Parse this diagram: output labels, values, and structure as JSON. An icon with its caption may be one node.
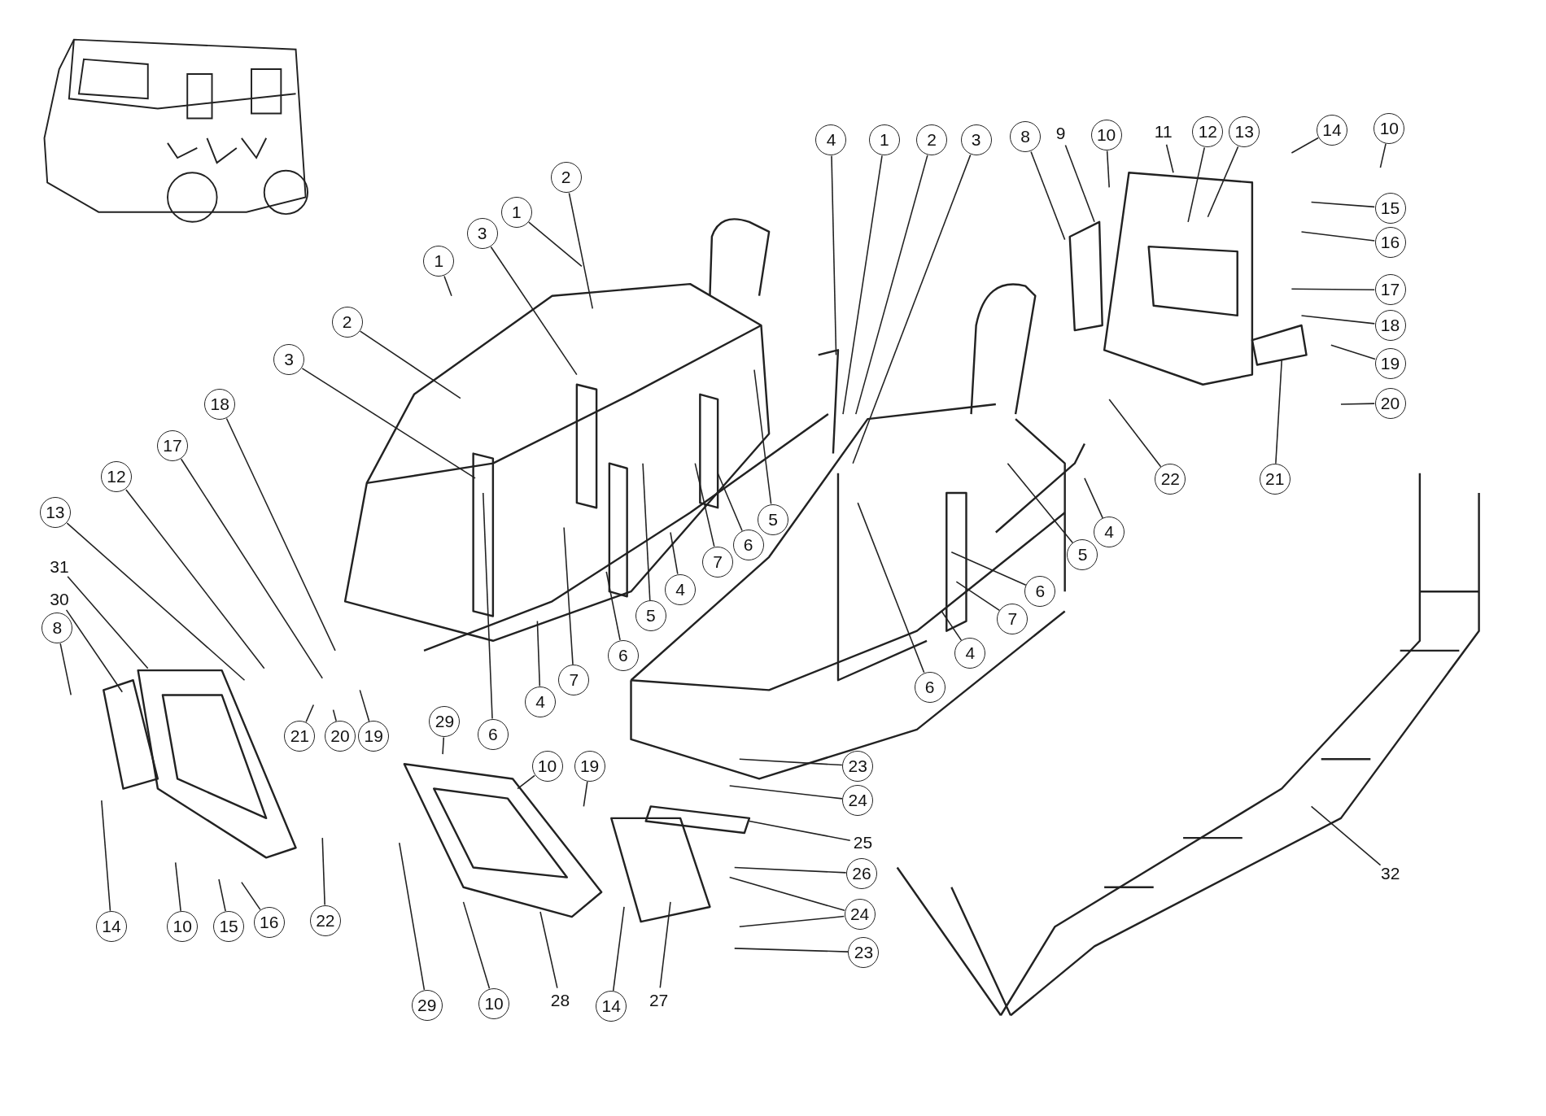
{
  "diagram": {
    "nodes": [
      {
        "text": [
          "1"
        ]
      },
      {
        "text": [
          "2"
        ]
      },
      {
        "text": [
          "3"
        ]
      },
      {
        "text": [
          "1"
        ]
      },
      {
        "text": [
          "2"
        ]
      },
      {
        "text": [
          "3"
        ]
      },
      {
        "text": [
          "18"
        ]
      },
      {
        "text": [
          "17"
        ]
      },
      {
        "text": [
          "12"
        ]
      },
      {
        "text": [
          "13"
        ]
      },
      {
        "text": [
          "31"
        ]
      },
      {
        "text": [
          "30"
        ]
      },
      {
        "text": [
          "8"
        ]
      },
      {
        "text": [
          "14"
        ]
      },
      {
        "text": [
          "10"
        ]
      },
      {
        "text": [
          "15"
        ]
      },
      {
        "text": [
          "16"
        ]
      },
      {
        "text": [
          "22"
        ]
      },
      {
        "text": [
          "21"
        ]
      },
      {
        "text": [
          "20"
        ]
      },
      {
        "text": [
          "19"
        ]
      },
      {
        "text": [
          "6"
        ]
      },
      {
        "text": [
          "4"
        ]
      },
      {
        "text": [
          "7"
        ]
      },
      {
        "text": [
          "5"
        ]
      },
      {
        "text": [
          "6"
        ]
      },
      {
        "text": [
          "7"
        ]
      },
      {
        "text": [
          "4"
        ]
      },
      {
        "text": [
          "6"
        ]
      },
      {
        "text": [
          "5"
        ]
      },
      {
        "text": [
          "29"
        ]
      },
      {
        "text": [
          "10"
        ]
      },
      {
        "text": [
          "19"
        ]
      },
      {
        "text": [
          "29"
        ]
      },
      {
        "text": [
          "10"
        ]
      },
      {
        "text": [
          "28"
        ]
      },
      {
        "text": [
          "14"
        ]
      },
      {
        "text": [
          "27"
        ]
      },
      {
        "text": [
          "23"
        ]
      },
      {
        "text": [
          "24"
        ]
      },
      {
        "text": [
          "25"
        ]
      },
      {
        "text": [
          "26"
        ]
      },
      {
        "text": [
          "24"
        ]
      },
      {
        "text": [
          "23"
        ]
      },
      {
        "text": [
          "32"
        ]
      },
      {
        "text": [
          "4"
        ]
      },
      {
        "text": [
          "1"
        ]
      },
      {
        "text": [
          "2"
        ]
      },
      {
        "text": [
          "3"
        ]
      },
      {
        "text": [
          "8"
        ]
      },
      {
        "text": [
          "9"
        ]
      },
      {
        "text": [
          "10"
        ]
      },
      {
        "text": [
          "11"
        ]
      },
      {
        "text": [
          "12"
        ]
      },
      {
        "text": [
          "13"
        ]
      },
      {
        "text": [
          "14"
        ]
      },
      {
        "text": [
          "10"
        ]
      },
      {
        "text": [
          "15"
        ]
      },
      {
        "text": [
          "16"
        ]
      },
      {
        "text": [
          "17"
        ]
      },
      {
        "text": [
          "18"
        ]
      },
      {
        "text": [
          "19"
        ]
      },
      {
        "text": [
          "20"
        ]
      },
      {
        "text": [
          "21"
        ]
      },
      {
        "text": [
          "22"
        ]
      },
      {
        "text": [
          "5"
        ]
      },
      {
        "text": [
          "4"
        ]
      },
      {
        "text": [
          "6"
        ]
      },
      {
        "text": [
          "7"
        ]
      },
      {
        "text": [
          "4"
        ]
      },
      {
        "text": [
          "6"
        ]
      }
    ],
    "edges": [
      {
        "from": 0,
        "to": null,
        "arrow": "none"
      },
      {
        "from": 1,
        "to": null,
        "arrow": "none"
      },
      {
        "from": 2,
        "to": null,
        "arrow": "none"
      },
      {
        "from": 3,
        "to": null,
        "arrow": "none"
      },
      {
        "from": 4,
        "to": null,
        "arrow": "none"
      },
      {
        "from": 5,
        "to": null,
        "arrow": "none"
      },
      {
        "from": 6,
        "to": null,
        "arrow": "none"
      },
      {
        "from": 7,
        "to": null,
        "arrow": "none"
      },
      {
        "from": 8,
        "to": null,
        "arrow": "none"
      },
      {
        "from": 9,
        "to": null,
        "arrow": "none"
      },
      {
        "from": 10,
        "to": null,
        "arrow": "none"
      },
      {
        "from": 11,
        "to": null,
        "arrow": "none"
      },
      {
        "from": 12,
        "to": null,
        "arrow": "none"
      },
      {
        "from": 13,
        "to": null,
        "arrow": "none"
      },
      {
        "from": 14,
        "to": null,
        "arrow": "none"
      },
      {
        "from": 15,
        "to": null,
        "arrow": "none"
      },
      {
        "from": 16,
        "to": null,
        "arrow": "none"
      },
      {
        "from": 17,
        "to": null,
        "arrow": "none"
      },
      {
        "from": 18,
        "to": null,
        "arrow": "none"
      },
      {
        "from": 19,
        "to": null,
        "arrow": "none"
      },
      {
        "from": 20,
        "to": null,
        "arrow": "none"
      },
      {
        "from": 21,
        "to": null,
        "arrow": "none"
      },
      {
        "from": 22,
        "to": null,
        "arrow": "none"
      },
      {
        "from": 23,
        "to": null,
        "arrow": "none"
      },
      {
        "from": 24,
        "to": null,
        "arrow": "none"
      },
      {
        "from": 25,
        "to": null,
        "arrow": "none"
      },
      {
        "from": 26,
        "to": null,
        "arrow": "none"
      },
      {
        "from": 27,
        "to": null,
        "arrow": "none"
      },
      {
        "from": 28,
        "to": null,
        "arrow": "none"
      },
      {
        "from": 29,
        "to": null,
        "arrow": "none"
      },
      {
        "from": 30,
        "to": null,
        "arrow": "none"
      },
      {
        "from": 31,
        "to": null,
        "arrow": "none"
      },
      {
        "from": 32,
        "to": null,
        "arrow": "none"
      },
      {
        "from": 33,
        "to": null,
        "arrow": "none"
      },
      {
        "from": 34,
        "to": null,
        "arrow": "none"
      },
      {
        "from": 35,
        "to": null,
        "arrow": "none"
      },
      {
        "from": 36,
        "to": null,
        "arrow": "none"
      },
      {
        "from": 37,
        "to": null,
        "arrow": "none"
      },
      {
        "from": 38,
        "to": null,
        "arrow": "none"
      },
      {
        "from": 39,
        "to": null,
        "arrow": "none"
      },
      {
        "from": 40,
        "to": null,
        "arrow": "none"
      },
      {
        "from": 41,
        "to": null,
        "arrow": "none"
      },
      {
        "from": 42,
        "to": null,
        "arrow": "none"
      },
      {
        "from": 42,
        "to": null,
        "arrow": "none"
      },
      {
        "from": 43,
        "to": null,
        "arrow": "none"
      },
      {
        "from": 44,
        "to": null,
        "arrow": "none"
      },
      {
        "from": 45,
        "to": null,
        "arrow": "none"
      },
      {
        "from": 46,
        "to": null,
        "arrow": "none"
      },
      {
        "from": 47,
        "to": null,
        "arrow": "none"
      },
      {
        "from": 48,
        "to": null,
        "arrow": "none"
      },
      {
        "from": 49,
        "to": null,
        "arrow": "none"
      },
      {
        "from": 50,
        "to": null,
        "arrow": "none"
      },
      {
        "from": 51,
        "to": null,
        "arrow": "none"
      },
      {
        "from": 52,
        "to": null,
        "arrow": "none"
      },
      {
        "from": 53,
        "to": null,
        "arrow": "none"
      },
      {
        "from": 54,
        "to": null,
        "arrow": "none"
      },
      {
        "from": 55,
        "to": null,
        "arrow": "none"
      },
      {
        "from": 56,
        "to": null,
        "arrow": "none"
      },
      {
        "from": 57,
        "to": null,
        "arrow": "none"
      },
      {
        "from": 58,
        "to": null,
        "arrow": "none"
      },
      {
        "from": 59,
        "to": null,
        "arrow": "none"
      },
      {
        "from": 60,
        "to": null,
        "arrow": "none"
      },
      {
        "from": 61,
        "to": null,
        "arrow": "none"
      },
      {
        "from": 62,
        "to": null,
        "arrow": "none"
      },
      {
        "from": 63,
        "to": null,
        "arrow": "none"
      },
      {
        "from": 64,
        "to": null,
        "arrow": "none"
      },
      {
        "from": 65,
        "to": null,
        "arrow": "none"
      },
      {
        "from": 66,
        "to": null,
        "arrow": "none"
      },
      {
        "from": 67,
        "to": null,
        "arrow": "none"
      },
      {
        "from": 68,
        "to": null,
        "arrow": "none"
      },
      {
        "from": 69,
        "to": null,
        "arrow": "none"
      },
      {
        "from": 70,
        "to": null,
        "arrow": "none"
      }
    ]
  }
}
